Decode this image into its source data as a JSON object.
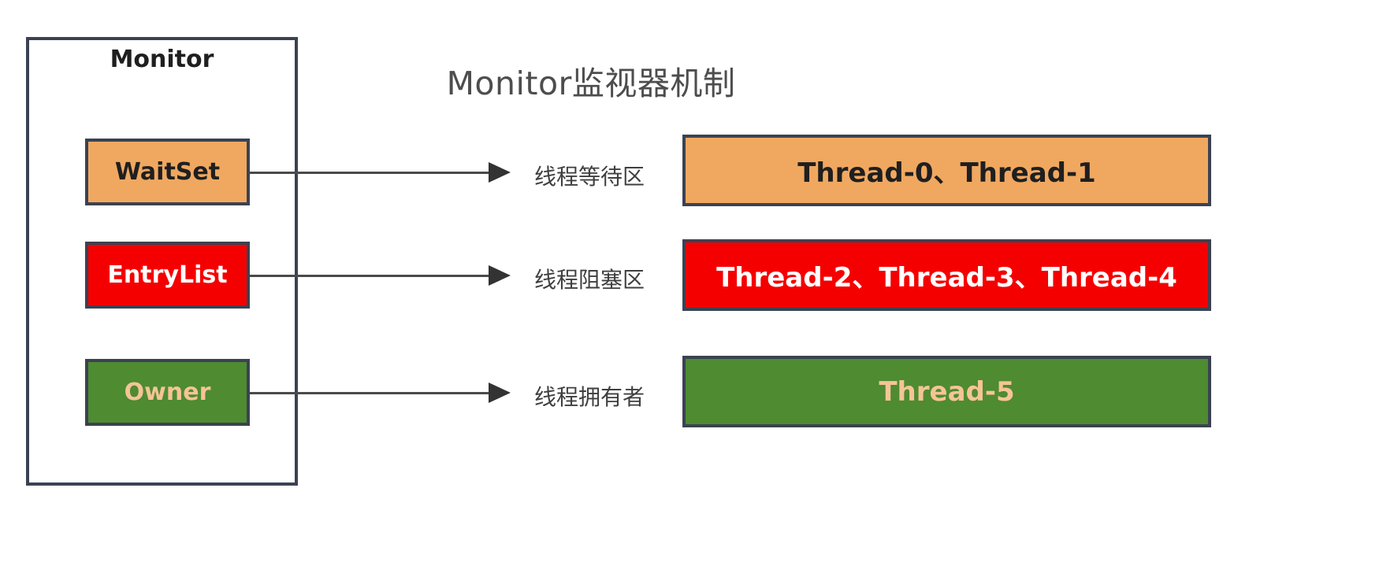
{
  "title": "Monitor监视器机制",
  "monitor": {
    "label": "Monitor",
    "slots": [
      {
        "name": "WaitSet",
        "fill": "#F0A860",
        "text_color": "#1f1f1f"
      },
      {
        "name": "EntryList",
        "fill": "#F50000",
        "text_color": "#ffffff"
      },
      {
        "name": "Owner",
        "fill": "#4E8B31",
        "text_color": "#F5C496"
      }
    ]
  },
  "labels": [
    "线程等待区",
    "线程阻塞区",
    "线程拥有者"
  ],
  "threads": [
    {
      "text": "Thread-0、Thread-1",
      "fill": "#F0A860",
      "text_color": "#1f1f1f"
    },
    {
      "text": "Thread-2、Thread-3、Thread-4",
      "fill": "#F50000",
      "text_color": "#ffffff"
    },
    {
      "text": "Thread-5",
      "fill": "#4E8B31",
      "text_color": "#F5C496"
    }
  ],
  "colors": {
    "border": "#3b4252",
    "arrow": "#4a4a4a",
    "title_text": "#4d4d4d",
    "background": "#ffffff"
  }
}
